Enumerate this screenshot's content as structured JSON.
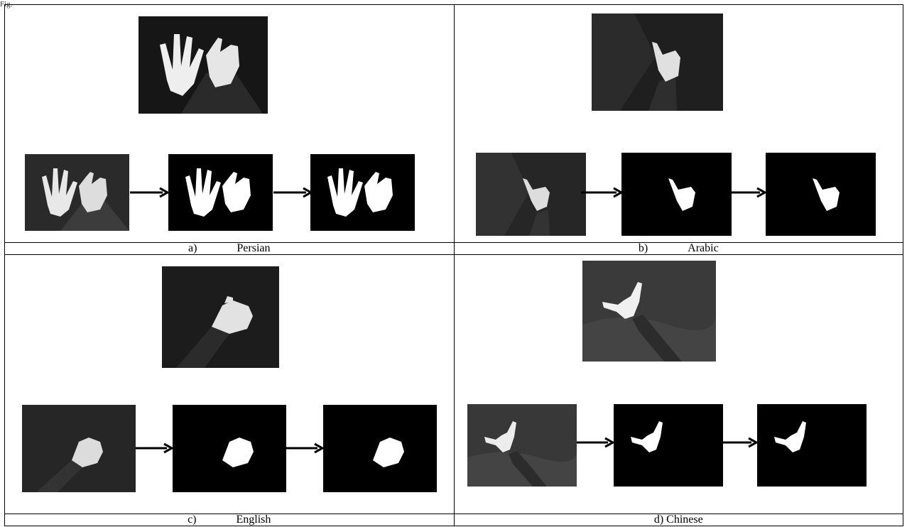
{
  "page": {
    "header_fragment": "Fig."
  },
  "figure": {
    "panels": [
      {
        "letter": "a)",
        "language": "Persian"
      },
      {
        "letter": "b)",
        "language": "Arabic"
      },
      {
        "letter": "c)",
        "language": "English"
      },
      {
        "letter": "d) Chinese",
        "language": ""
      }
    ]
  },
  "colors": {
    "photo_dark": "#1e1e1e",
    "mask_bg": "#000000",
    "hand": "#ffffff",
    "border": "#000000"
  }
}
